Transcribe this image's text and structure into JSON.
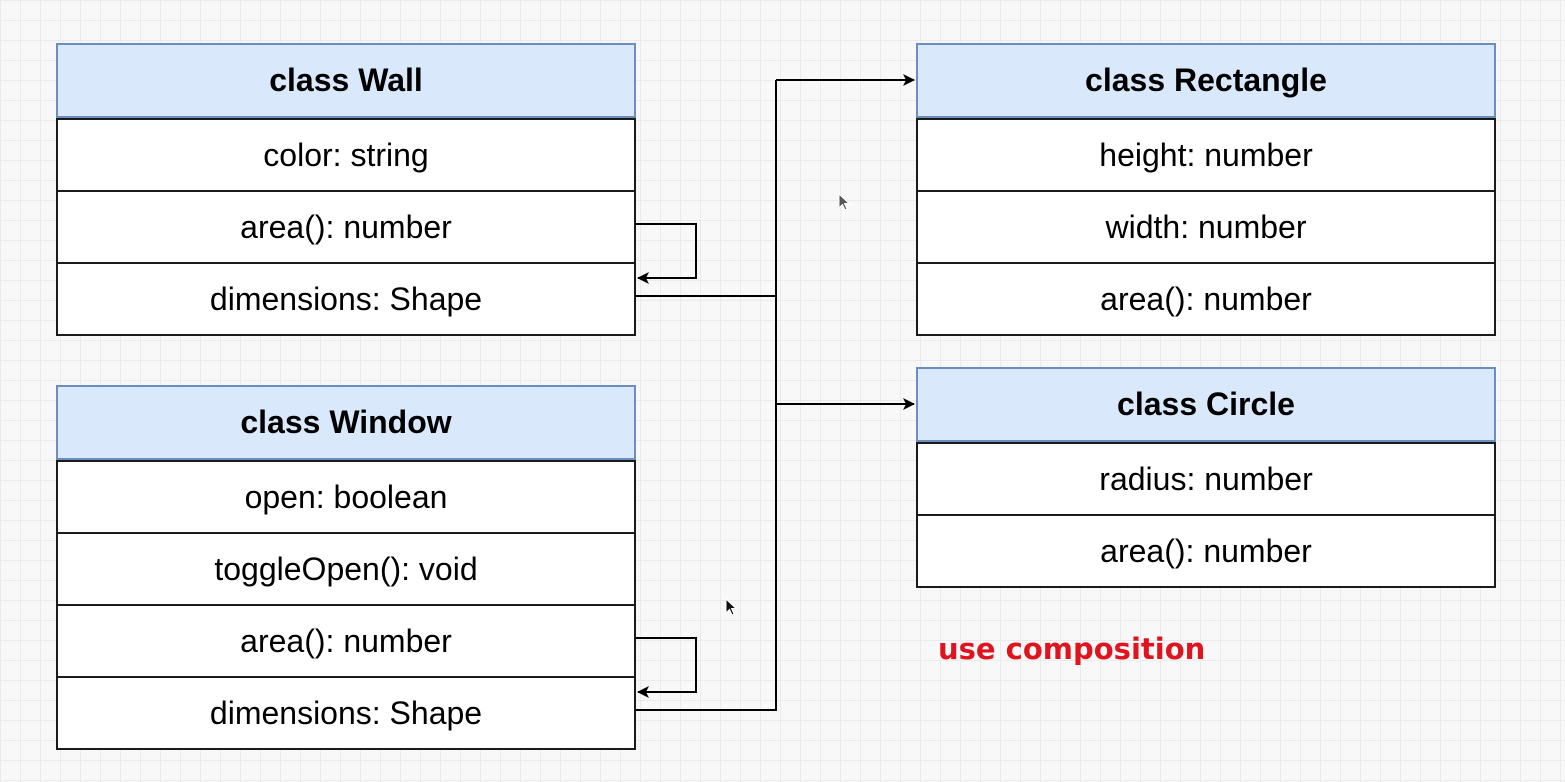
{
  "classes": {
    "wall": {
      "title": "class Wall",
      "members": [
        "color: string",
        "area(): number",
        "dimensions: Shape"
      ]
    },
    "window": {
      "title": "class Window",
      "members": [
        "open: boolean",
        "toggleOpen(): void",
        "area(): number",
        "dimensions: Shape"
      ]
    },
    "rectangle": {
      "title": "class Rectangle",
      "members": [
        "height: number",
        "width: number",
        "area(): number"
      ]
    },
    "circle": {
      "title": "class Circle",
      "members": [
        "radius: number",
        "area(): number"
      ]
    }
  },
  "note": {
    "text": "use composition",
    "color": "#e0141e"
  },
  "colors": {
    "header_fill": "#dae8fc",
    "header_border": "#6c8ebf",
    "line": "#000000"
  }
}
